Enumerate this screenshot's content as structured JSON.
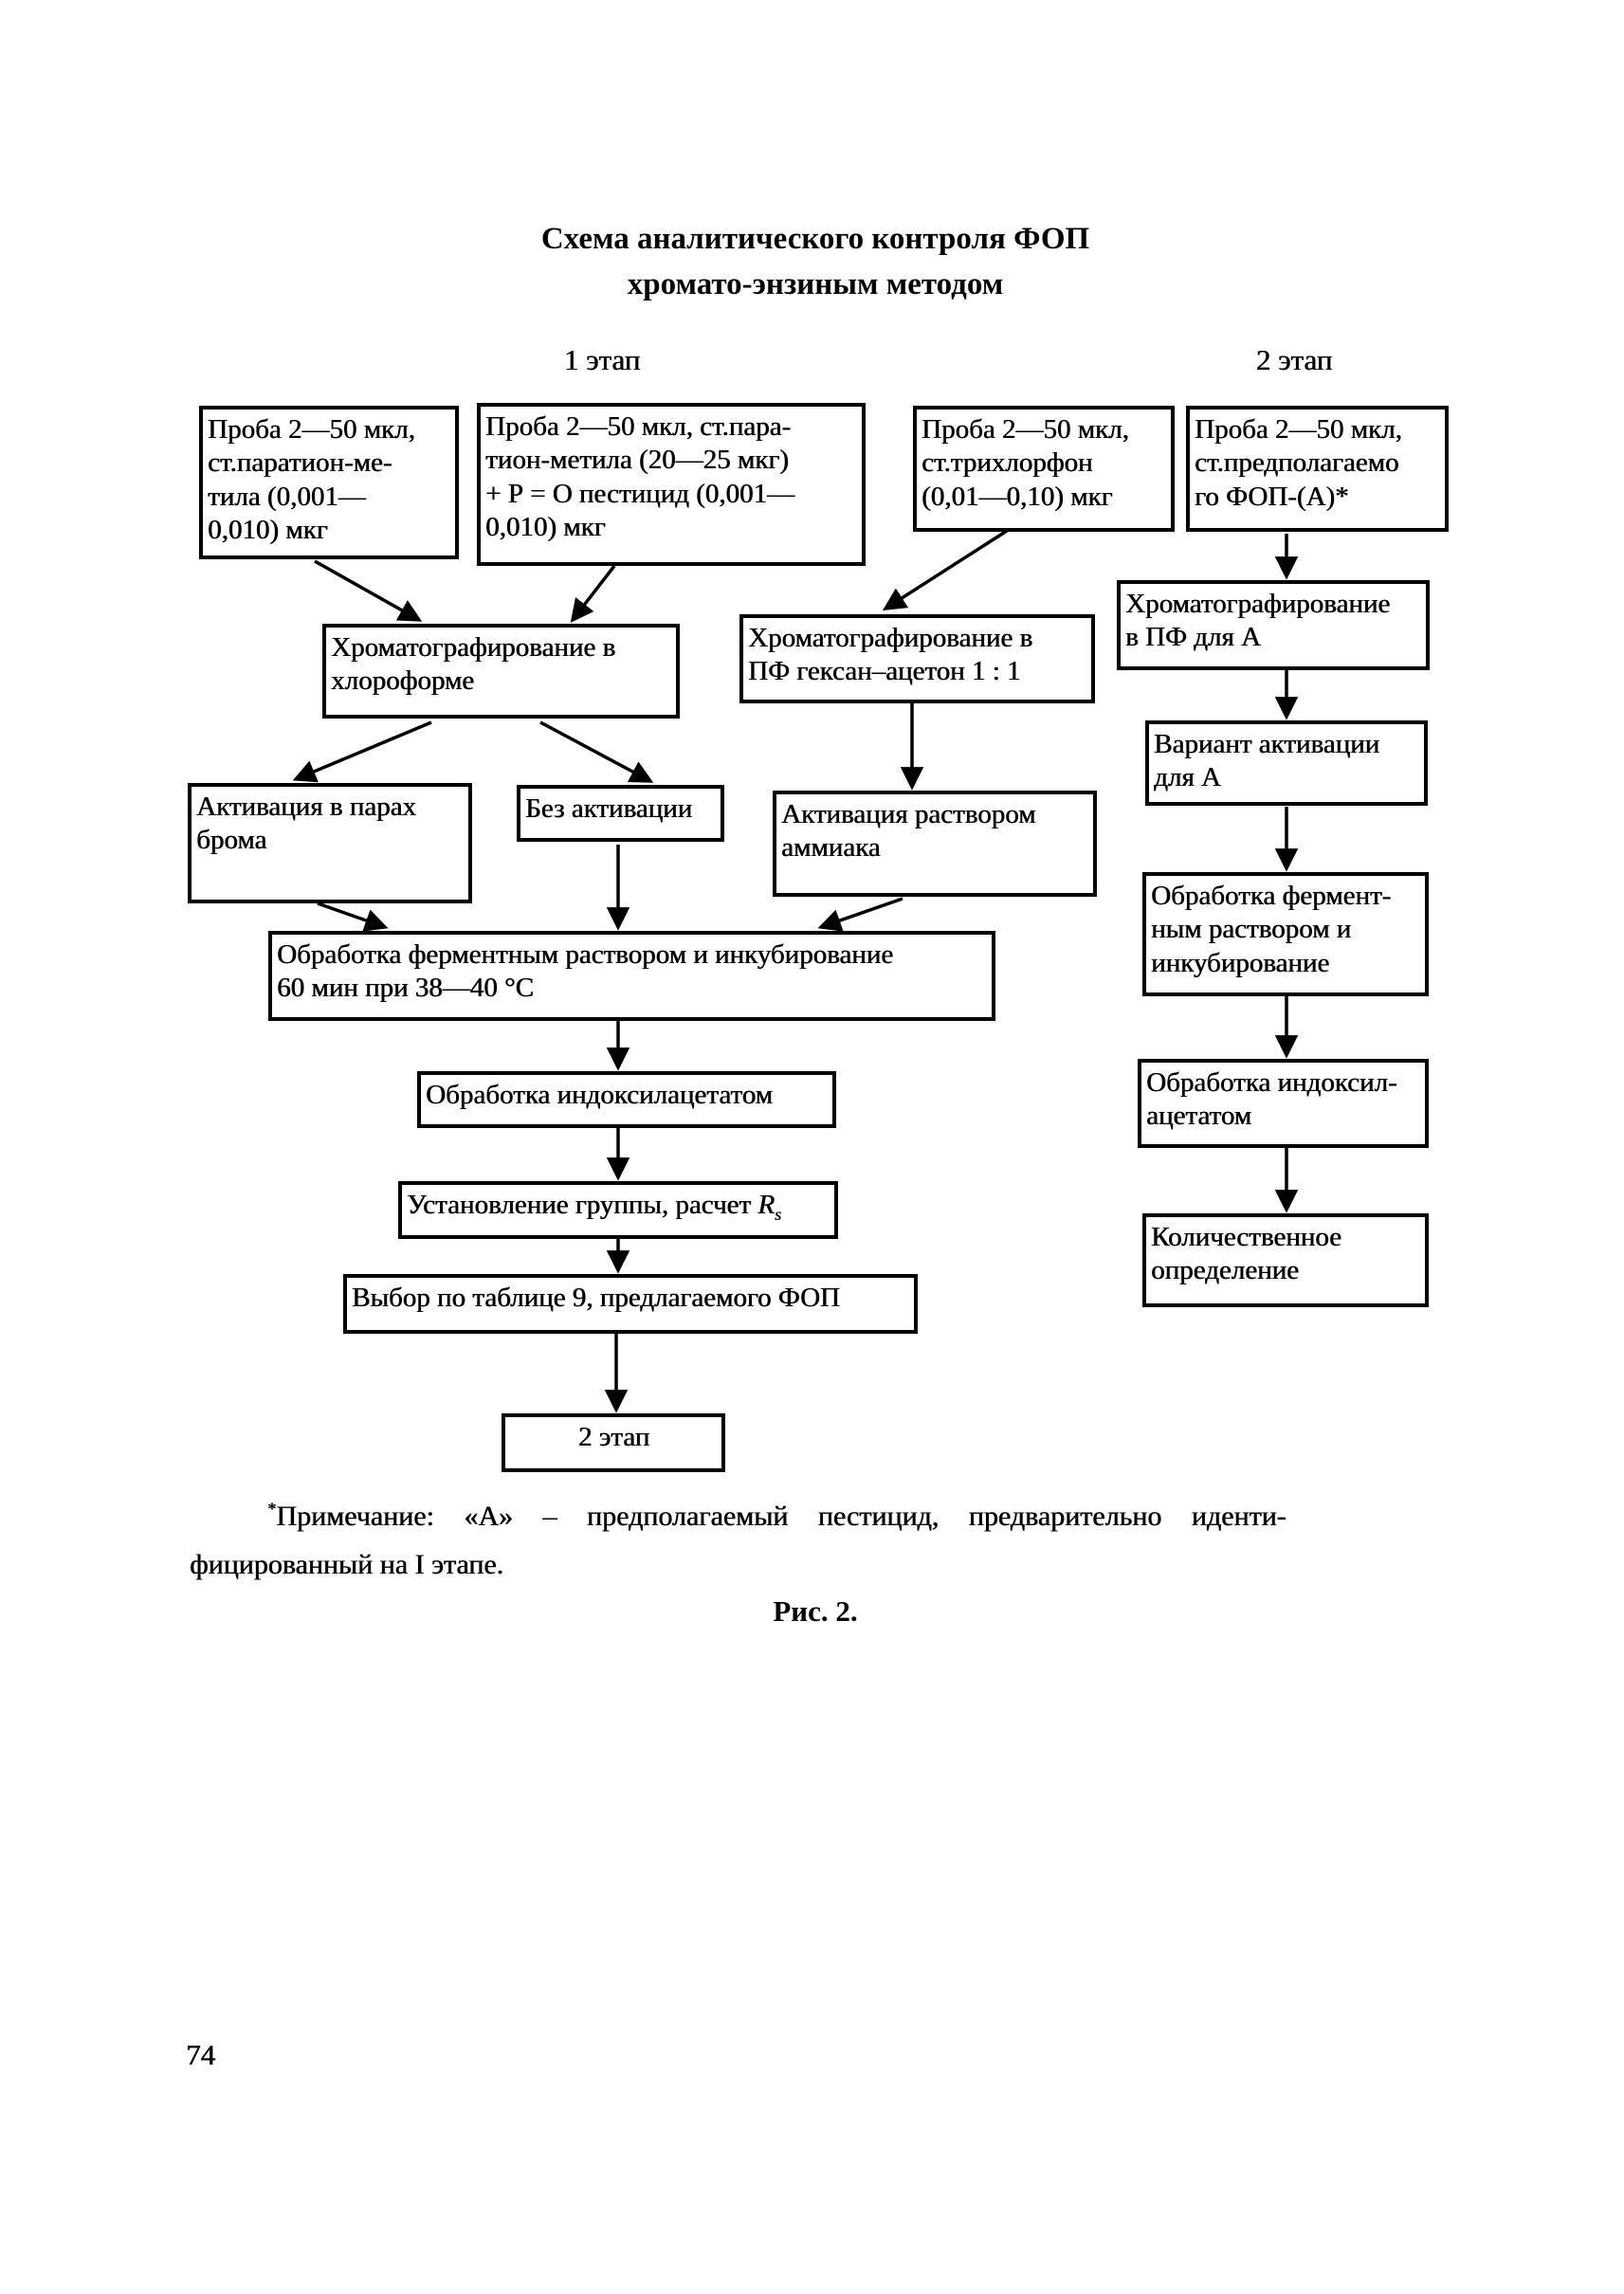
{
  "page": {
    "title_line1": "Схема аналитического контроля ФОП",
    "title_line2": "хромато-энзиным методом",
    "stage1_label": "1 этап",
    "stage2_label": "2 этап",
    "note": {
      "marker": "*",
      "line1": "Примечание: «А» – предполагаемый пестицид, предварительно иденти-",
      "line2": "фицированный на I этапе."
    },
    "figure_caption": "Рис. 2.",
    "page_number": "74"
  },
  "diagram": {
    "boxes": {
      "a1": {
        "lines": [
          "Проба 2—50 мкл,",
          "ст.паратион-ме-",
          "тила (0,001—",
          "0,010) мкг"
        ]
      },
      "a2": {
        "lines": [
          "Проба 2—50 мкл, ст.пара-",
          "тион-метила (20—25 мкг)",
          "+ Р = О пестицид (0,001—",
          "0,010) мкг"
        ]
      },
      "a3": {
        "lines": [
          "Проба 2—50 мкл,",
          "ст.трихлорфон",
          "(0,01—0,10) мкг"
        ]
      },
      "a4": {
        "lines": [
          "Проба 2—50 мкл,",
          "ст.предполагаемо",
          "го ФОП-(А)*"
        ]
      },
      "b1": {
        "lines": [
          "Хроматографирование в",
          "хлороформе"
        ]
      },
      "b2": {
        "lines": [
          "Хроматографирование в",
          "ПФ гексан–ацетон 1 : 1"
        ]
      },
      "b3": {
        "lines": [
          "Хроматографирование",
          "в ПФ для А"
        ]
      },
      "c1": {
        "lines": [
          "Активация в парах",
          "брома"
        ]
      },
      "c2": {
        "lines": [
          "Без активации"
        ]
      },
      "c3": {
        "lines": [
          "Активация раствором",
          "аммиака"
        ]
      },
      "d4": {
        "lines": [
          "Вариант активации",
          "для А"
        ]
      },
      "dwide": {
        "lines": [
          "Обработка ферментным раствором и инкубирование",
          "60 мин при 38—40 °С"
        ]
      },
      "e4": {
        "lines": [
          "Обработка фермент-",
          "ным раствором и",
          "инкубирование"
        ]
      },
      "emid": {
        "lines": [
          "Обработка индоксилацетатом"
        ]
      },
      "fmid": {
        "text_prefix": "Установление группы, расчет ",
        "symbol": "R",
        "symbol_sub": "s"
      },
      "f4": {
        "lines": [
          "Обработка индоксил-",
          "ацетатом"
        ]
      },
      "gmid": {
        "lines": [
          "Выбор по таблице 9, предлагаемого ФОП"
        ]
      },
      "g4": {
        "lines": [
          "Количественное",
          "определение"
        ]
      },
      "hmid": {
        "lines": [
          "2 этап"
        ]
      }
    }
  }
}
